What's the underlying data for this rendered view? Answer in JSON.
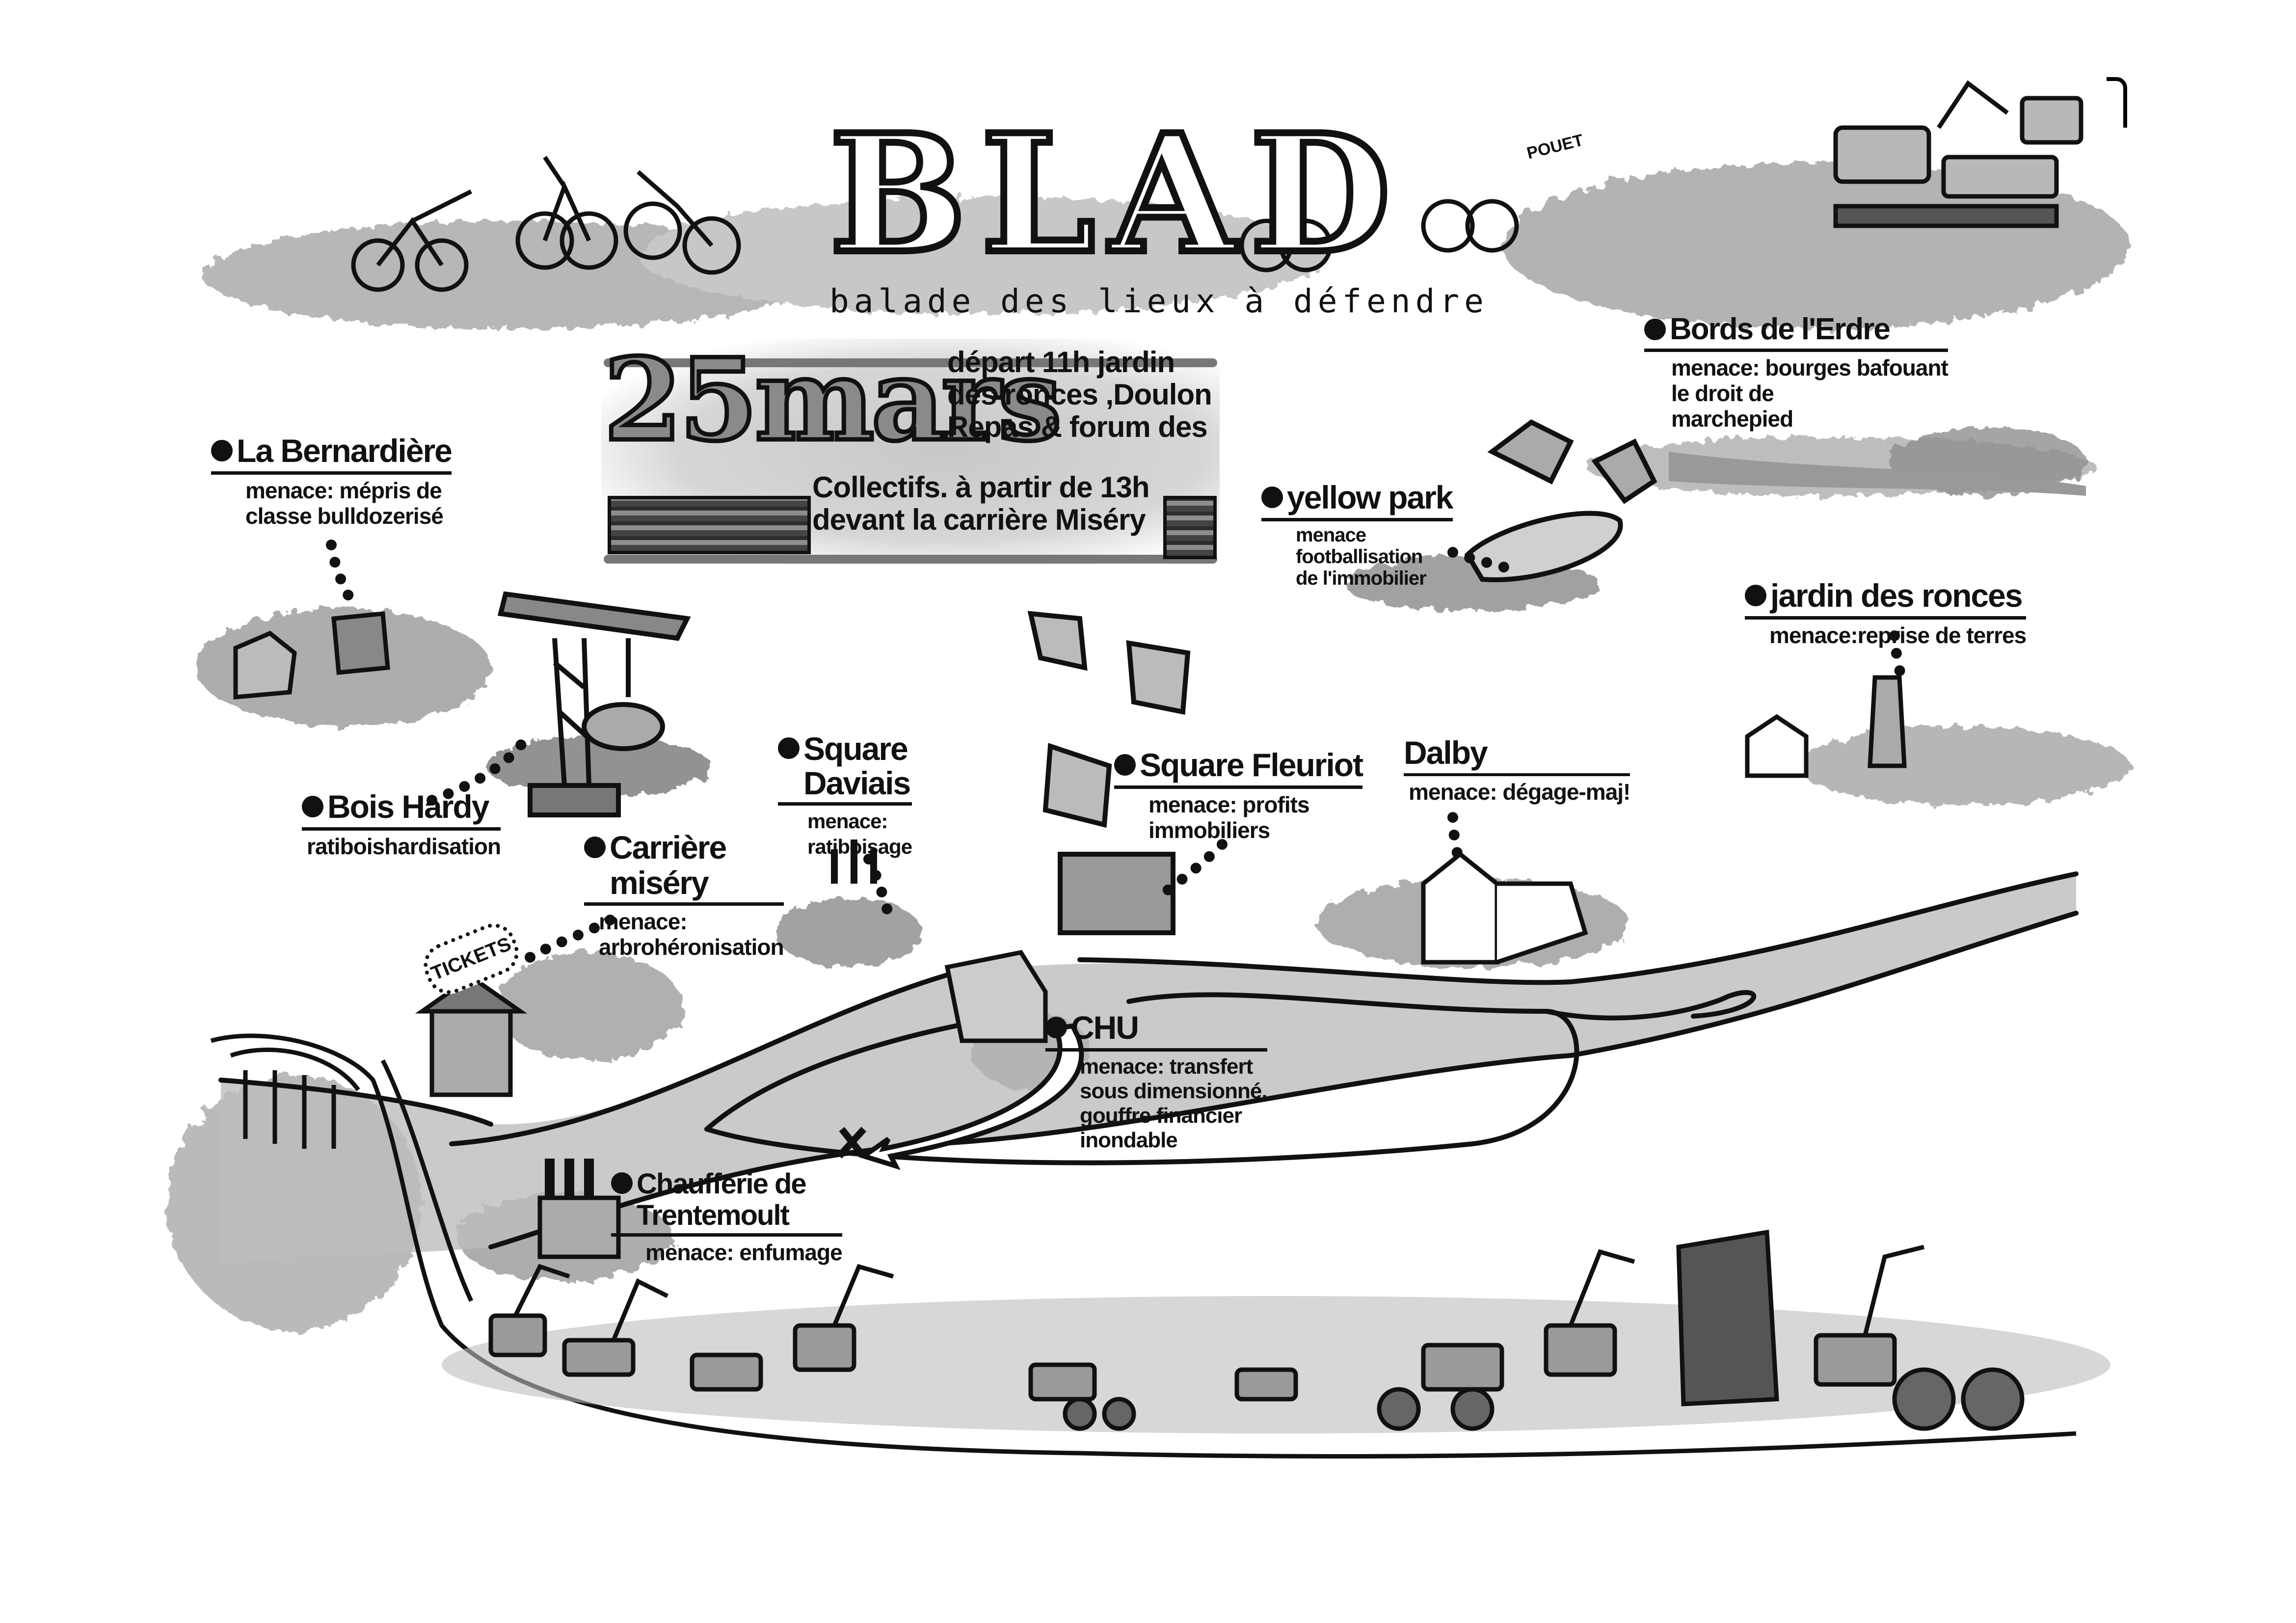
{
  "poster": {
    "title": "BLAD",
    "subtitle": "balade des lieux à défendre",
    "sound_effect": "POUET",
    "event": {
      "date": "25mars",
      "lines": [
        "départ 11h jardin",
        "des ronces ,Doulon",
        "Repas & forum des",
        "Collectifs. à partir de 13h",
        "devant la carrière Miséry"
      ]
    },
    "ticket_sign": "TICKETS",
    "colors": {
      "ink": "#111111",
      "paper": "#ffffff",
      "wash_light": "#d4d4d4",
      "wash_dark": "#8a8a8a"
    }
  },
  "locations": [
    {
      "id": "la-bernardiere",
      "name": "La Bernardière",
      "threat": "menace: mépris de\nclasse bulldozerisé"
    },
    {
      "id": "bords-de-l-erdre",
      "name": "Bords de l'Erdre",
      "threat": "menace: bourges bafouant\nle droit de\nmarchepied"
    },
    {
      "id": "yellow-park",
      "name": "yellow park",
      "threat": "menace\nfootballisation\nde l'immobilier"
    },
    {
      "id": "jardin-des-ronces",
      "name": "jardin des ronces",
      "threat": "menace:reprise de terres"
    },
    {
      "id": "bois-hardy",
      "name": "Bois Hardy",
      "threat": "ratiboishardisation"
    },
    {
      "id": "carriere-misery",
      "name": "Carrière\nmiséry",
      "threat": "menace:\narbrohéronisation"
    },
    {
      "id": "square-daviais",
      "name": "Square\nDaviais",
      "threat": "menace:\nratiboisage"
    },
    {
      "id": "square-fleuriot",
      "name": "Square Fleuriot",
      "threat": "menace: profits\nimmobiliers"
    },
    {
      "id": "dalby",
      "name": "Dalby",
      "threat": "menace: dégage-maj!"
    },
    {
      "id": "chu",
      "name": "CHU",
      "threat": "menace: transfert\nsous dimensionné,\ngouffre financier\ninondable"
    },
    {
      "id": "chaufferie-de-trentemoult",
      "name": "Chaufferie de\nTrentemoult",
      "threat": "menace: enfumage"
    }
  ]
}
